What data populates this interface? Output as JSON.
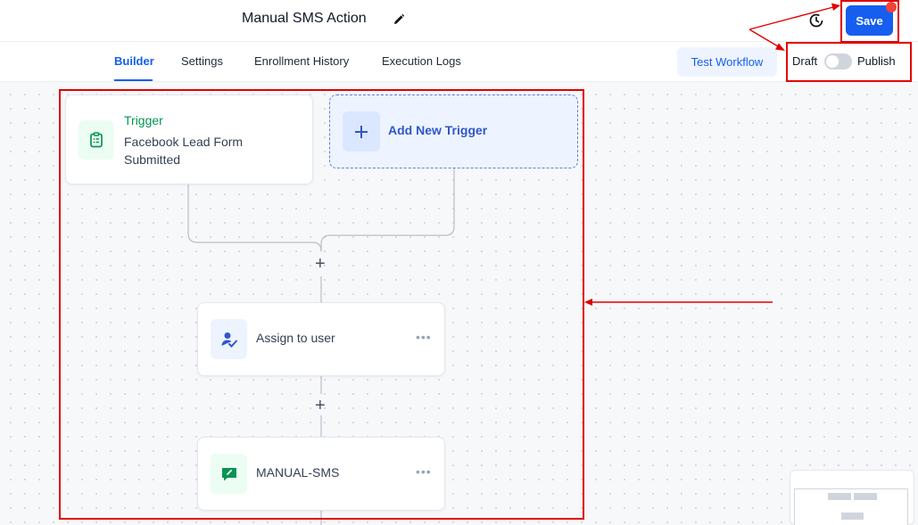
{
  "header": {
    "title": "Manual SMS Action",
    "save_label": "Save"
  },
  "tabs": [
    {
      "label": "Builder",
      "active": true
    },
    {
      "label": "Settings",
      "active": false
    },
    {
      "label": "Enrollment History",
      "active": false
    },
    {
      "label": "Execution Logs",
      "active": false
    }
  ],
  "toolbar": {
    "test_workflow_label": "Test Workflow",
    "draft_label": "Draft",
    "publish_label": "Publish",
    "published": false
  },
  "builder": {
    "trigger": {
      "title": "Trigger",
      "subtitle": "Facebook Lead Form Submitted",
      "icon": "clipboard-list-icon"
    },
    "add_trigger_label": "Add New Trigger",
    "actions": [
      {
        "label": "Assign to user",
        "icon": "user-check-icon"
      },
      {
        "label": "MANUAL-SMS",
        "icon": "message-edit-icon"
      }
    ]
  },
  "colors": {
    "primary": "#155eef",
    "trigger_green": "#079455",
    "annotation_red": "#e00000",
    "unsaved_dot": "#f04438"
  }
}
